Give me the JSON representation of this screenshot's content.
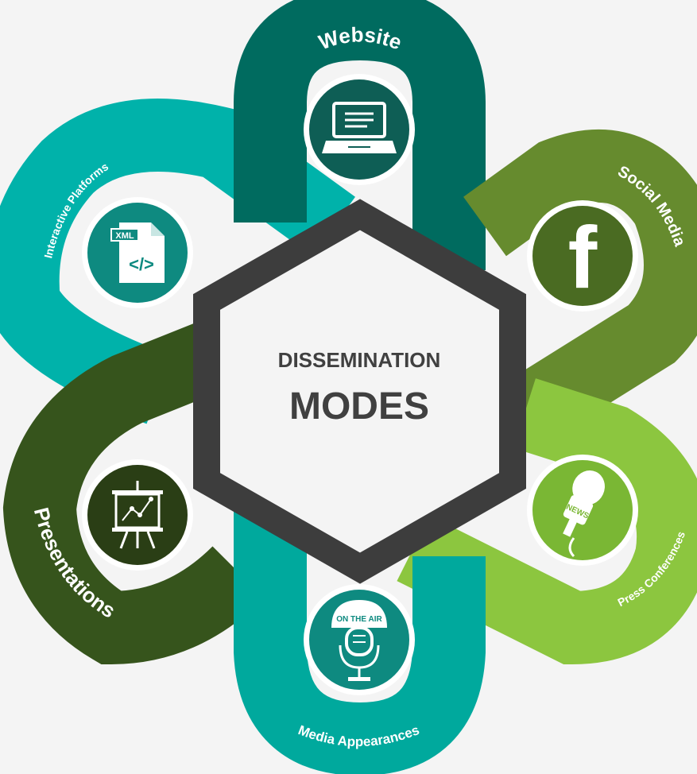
{
  "center": {
    "line1": "DISSEMINATION",
    "line2": "MODES"
  },
  "modes": {
    "website": {
      "label": "Website",
      "icon": "laptop-icon",
      "color": "#006b5f"
    },
    "social_media": {
      "label": "Social Media",
      "icon": "facebook-icon",
      "color": "#668b2e"
    },
    "press_conferences": {
      "label": "Press Conferences",
      "icon": "news-microphone-icon",
      "color": "#8cc63f"
    },
    "media_appearances": {
      "label": "Media Appearances",
      "icon": "on-the-air-microphone-icon",
      "color": "#00a99d"
    },
    "presentations": {
      "label": "Presentations",
      "icon": "presentation-board-icon",
      "color": "#36541c"
    },
    "interactive_platforms": {
      "label": "Interactive Platforms",
      "icon": "xml-file-icon",
      "color": "#00b2aa"
    }
  },
  "icon_text": {
    "xml": "XML",
    "code": "</>",
    "news": "NEWS",
    "on_the_air": "ON THE AIR",
    "facebook": "f"
  },
  "colors": {
    "background": "#f4f4f4",
    "hexagon_border": "#3d3d3d",
    "hexagon_fill": "#f4f4f4",
    "center_text": "#404040"
  }
}
